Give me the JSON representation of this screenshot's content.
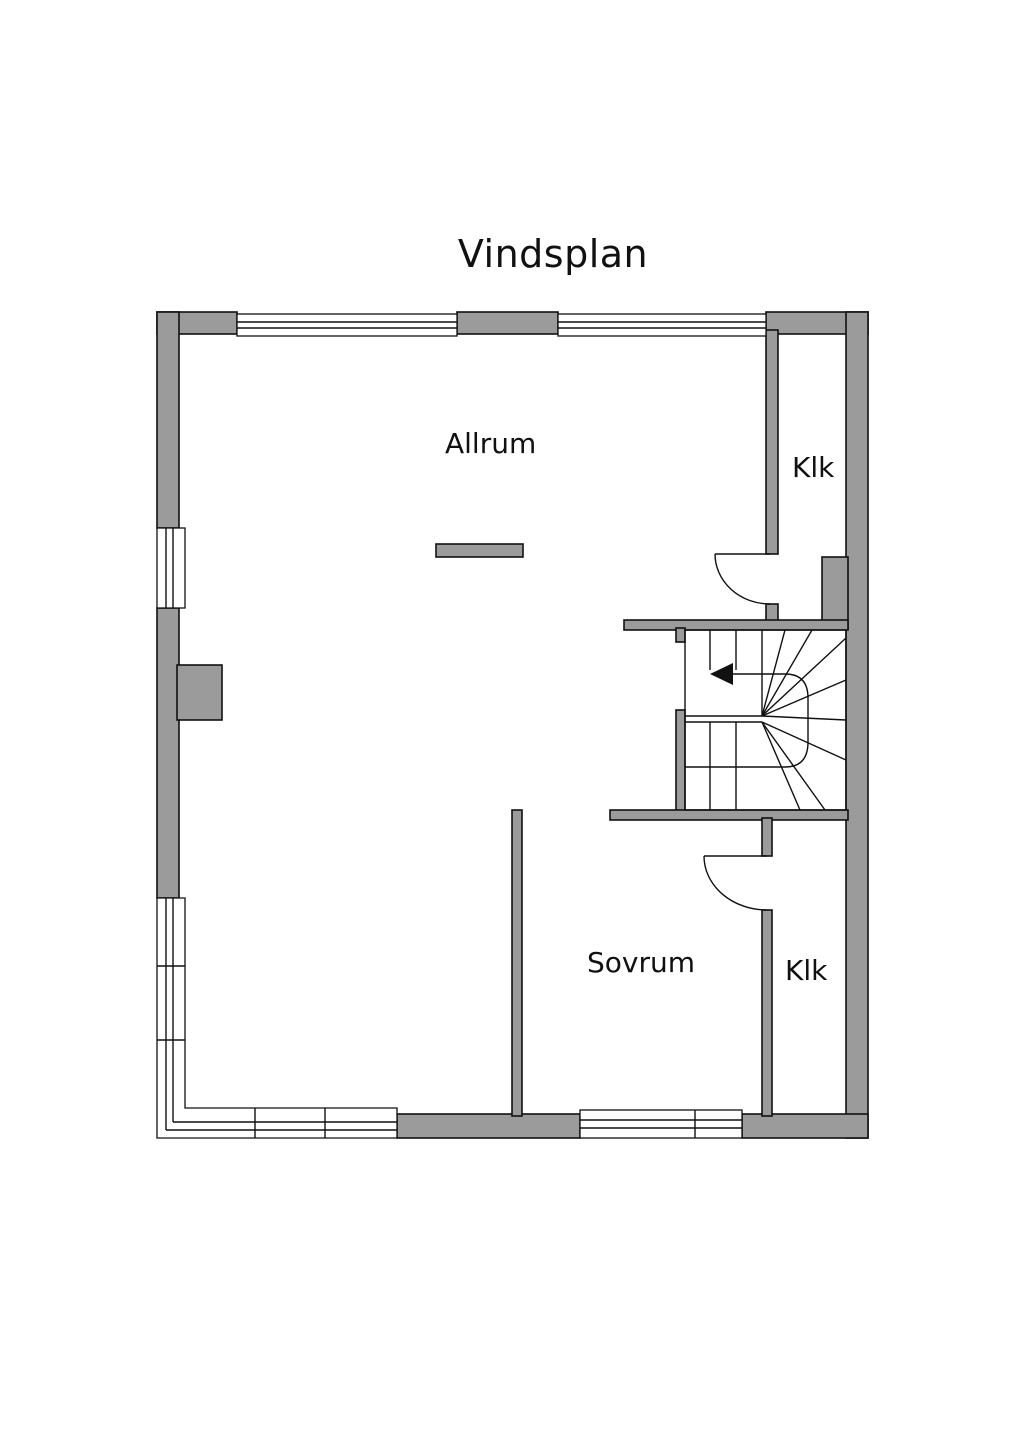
{
  "title": "Vindsplan",
  "rooms": {
    "allrum": "Allrum",
    "klk_top": "Klk",
    "sovrum": "Sovrum",
    "klk_bottom": "Klk"
  },
  "colors": {
    "wall": "#9b9b9b",
    "line": "#111111",
    "background": "#ffffff"
  }
}
